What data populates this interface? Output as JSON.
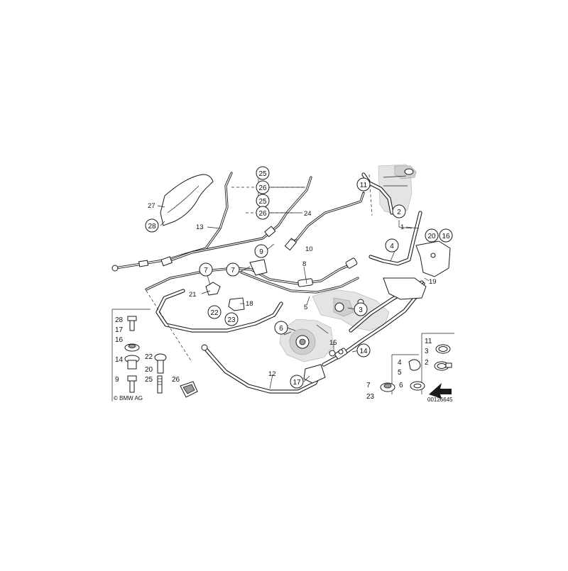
{
  "diagram": {
    "copyright": "© BMW AG",
    "image_number": "00126645"
  },
  "callouts": {
    "c27": "27",
    "c28": "28",
    "c13": "13",
    "c25a": "25",
    "c26a": "26",
    "c25b": "25",
    "c26b": "26",
    "c24": "24",
    "c11": "11",
    "c2": "2",
    "c1": "1",
    "c20": "20",
    "c16": "16",
    "c4": "4",
    "c19": "19",
    "c10": "10",
    "c9": "9",
    "c8": "8",
    "c7a": "7",
    "c7b": "7",
    "c21": "21",
    "c18": "18",
    "c22": "22",
    "c23": "23",
    "c5": "5",
    "c3": "3",
    "c6": "6",
    "c15": "15",
    "c14": "14",
    "c12": "12",
    "c17": "17"
  },
  "legend_left": {
    "l28": "28",
    "l17": "17",
    "l16": "16",
    "l14": "14",
    "l22": "22",
    "l20": "20",
    "l9": "9",
    "l25": "25",
    "l26": "26"
  },
  "legend_right": {
    "r11": "11",
    "r3": "3",
    "r4": "4",
    "r5": "5",
    "r2": "2",
    "r7": "7",
    "r23": "23",
    "r6": "6"
  }
}
